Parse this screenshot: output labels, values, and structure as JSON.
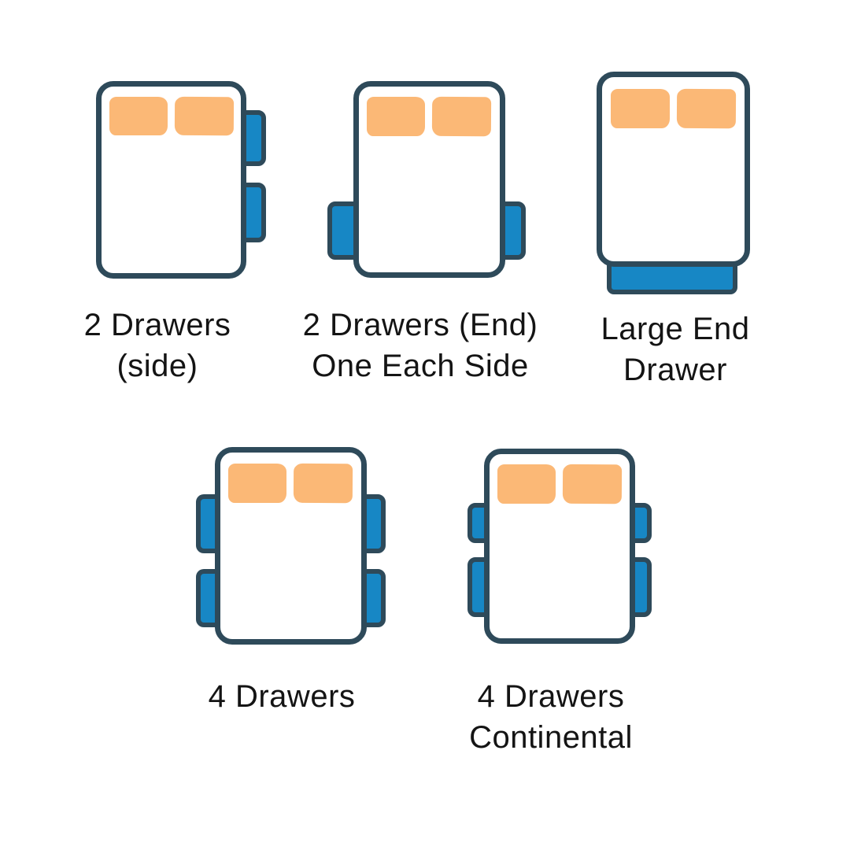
{
  "colors": {
    "bed_outline": "#2E4A5A",
    "bed_fill": "#FFFFFF",
    "drawer_fill": "#1787C5",
    "pillow_fill": "#FBB876",
    "label_text": "#141414",
    "background": "#FFFFFF"
  },
  "figures": [
    {
      "id": "2-drawers-side",
      "label": "2 Drawers\n(side)",
      "drawer_count": 2,
      "pillow_count": 2,
      "drawer_layout": "two drawers on right side"
    },
    {
      "id": "2-drawers-end-one-each-side",
      "label": "2 Drawers (End)\nOne Each Side",
      "drawer_count": 2,
      "pillow_count": 2,
      "drawer_layout": "one drawer on each side near foot end"
    },
    {
      "id": "large-end-drawer",
      "label": "Large End\nDrawer",
      "drawer_count": 1,
      "pillow_count": 2,
      "drawer_layout": "one large drawer across foot end"
    },
    {
      "id": "4-drawers",
      "label": "4 Drawers",
      "drawer_count": 4,
      "pillow_count": 2,
      "drawer_layout": "two equal drawers on each side"
    },
    {
      "id": "4-drawers-continental",
      "label": "4 Drawers\nContinental",
      "drawer_count": 4,
      "pillow_count": 2,
      "drawer_layout": "short upper and long lower drawer on each side"
    }
  ]
}
